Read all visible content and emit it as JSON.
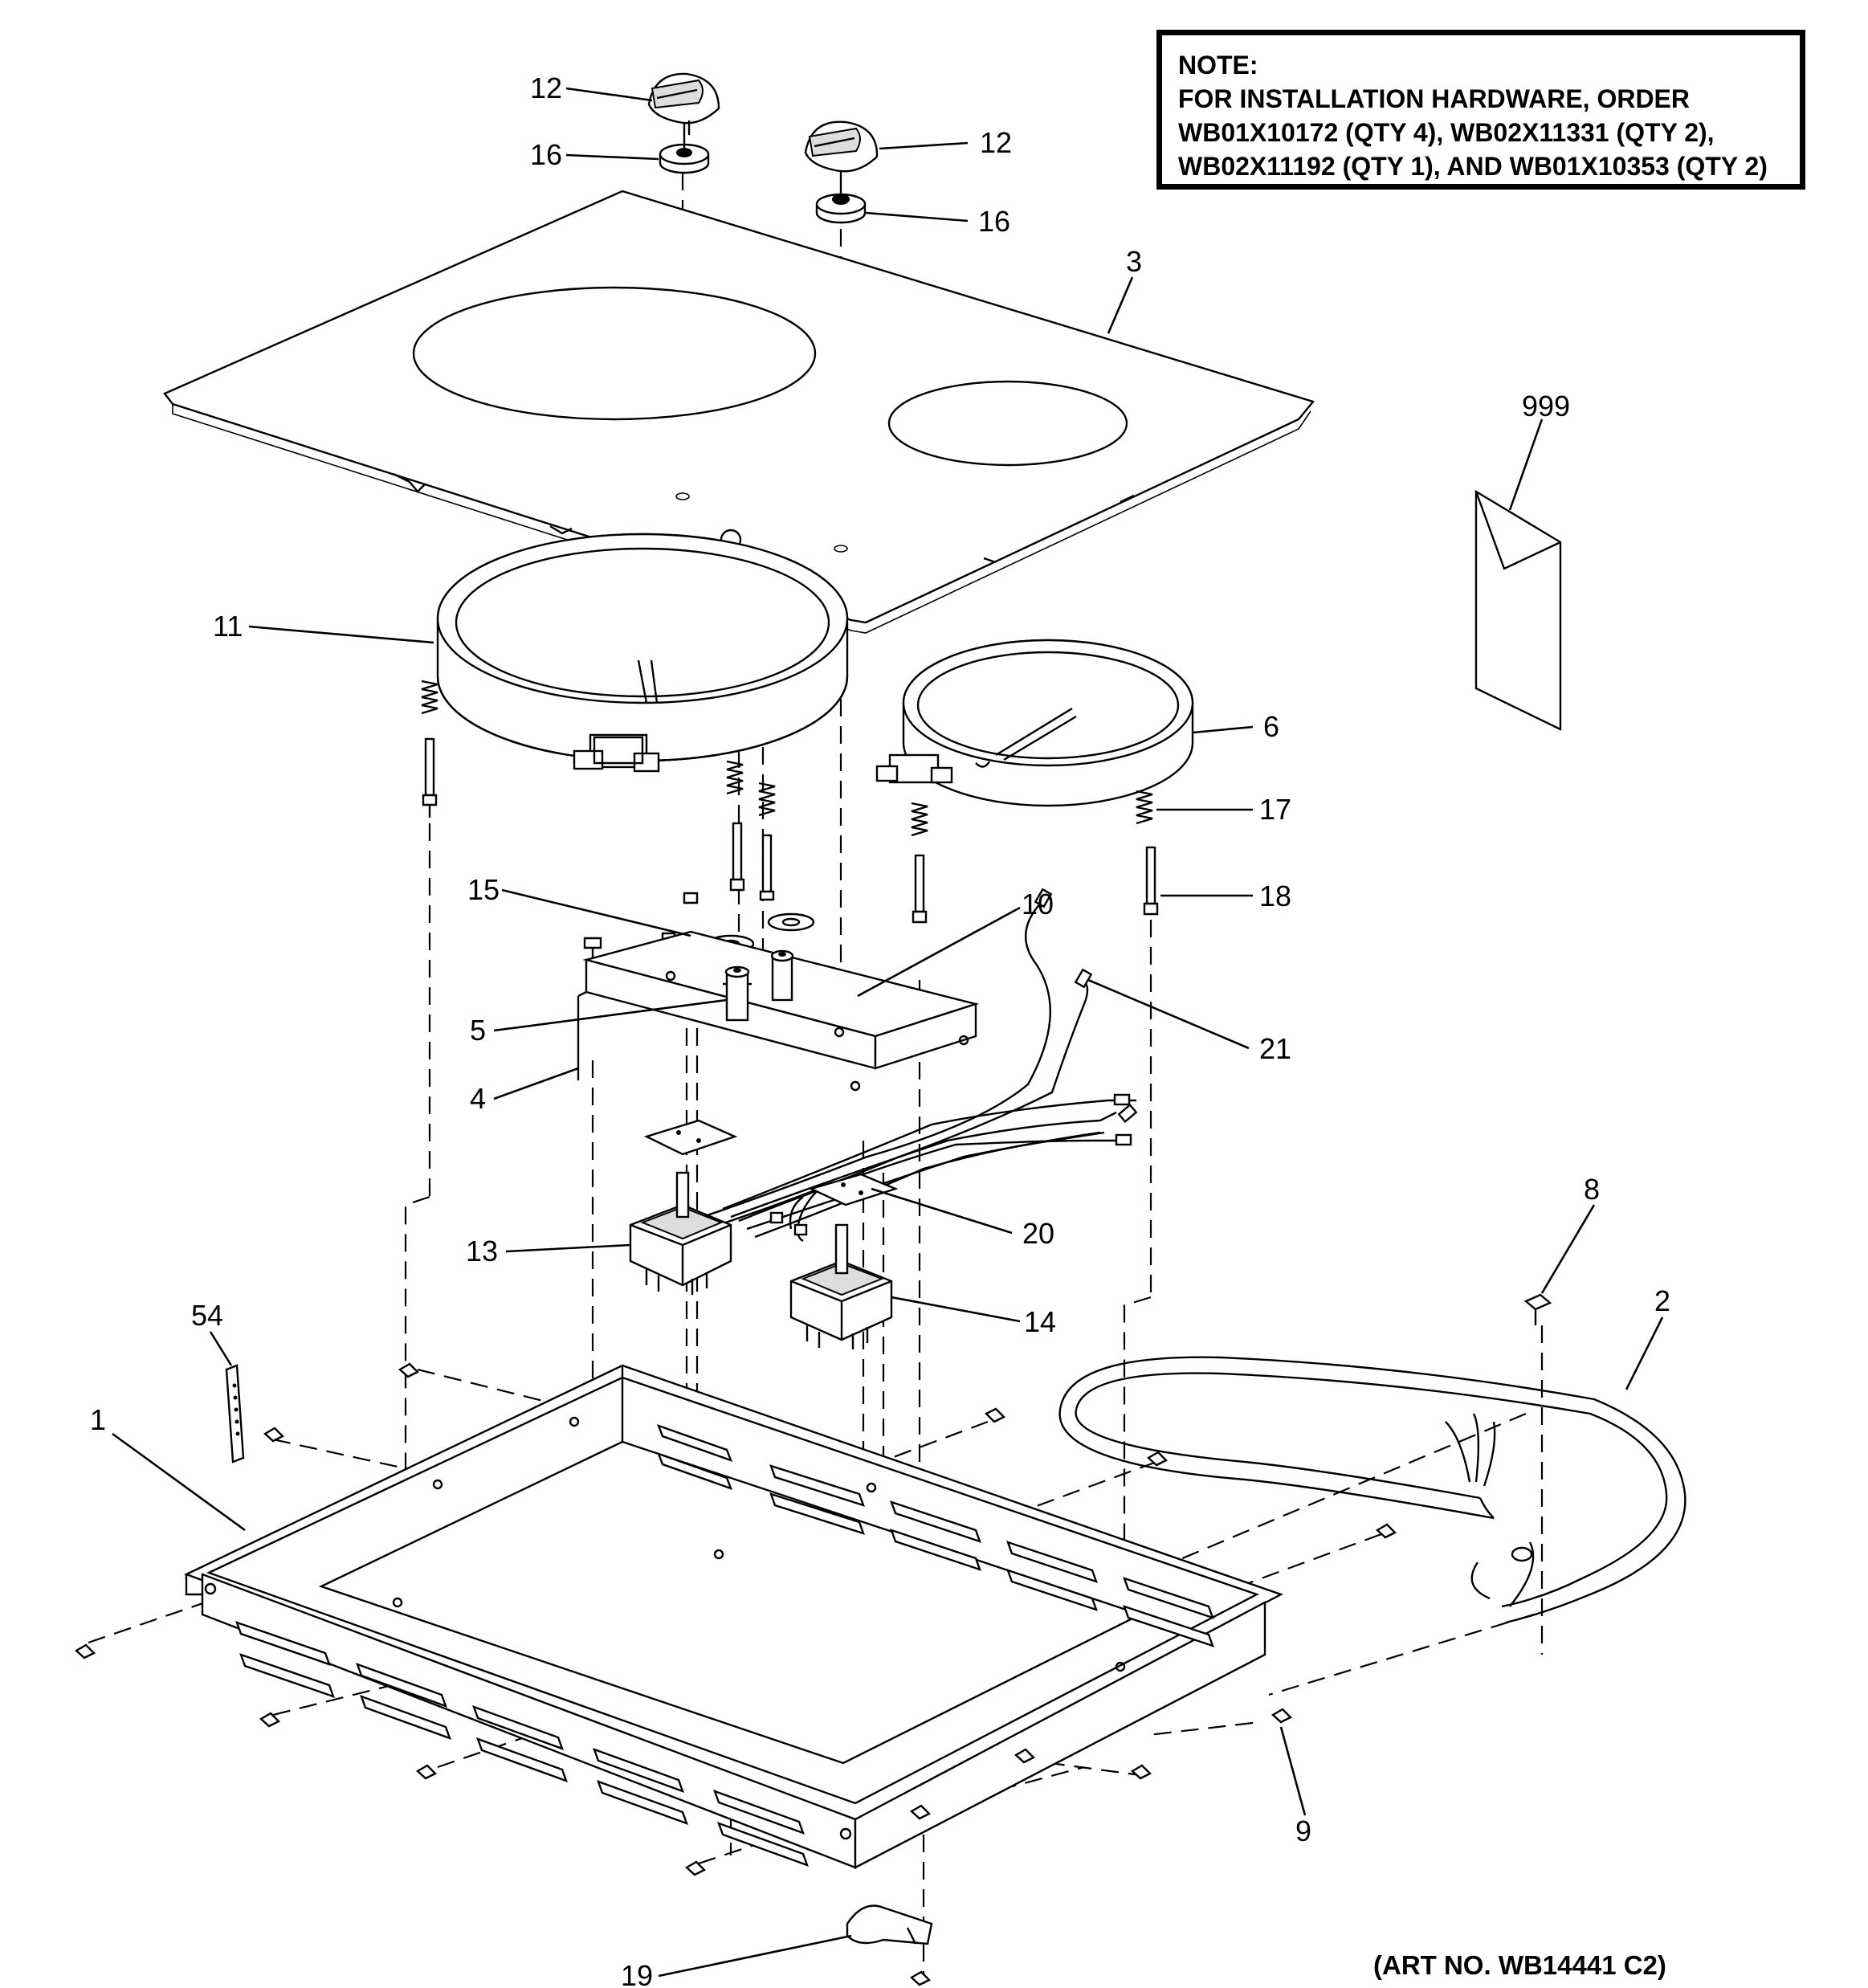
{
  "note": {
    "lines": [
      "NOTE:",
      "FOR INSTALLATION HARDWARE, ORDER",
      "WB01X10172 (QTY 4), WB02X11331 (QTY 2),",
      "WB02X11192 (QTY 1), AND WB01X10353 (QTY 2)"
    ]
  },
  "art_number": "(ART NO. WB14441 C2)",
  "callouts": {
    "c12a": "12",
    "c12b": "12",
    "c16a": "16",
    "c16b": "16",
    "c3": "3",
    "c999": "999",
    "c11": "11",
    "c6": "6",
    "c17": "17",
    "c18": "18",
    "c15": "15",
    "c10": "10",
    "c5": "5",
    "c4": "4",
    "c21": "21",
    "c13": "13",
    "c20": "20",
    "c14": "14",
    "c8": "8",
    "c2": "2",
    "c54": "54",
    "c1": "1",
    "c9": "9",
    "c19": "19"
  }
}
